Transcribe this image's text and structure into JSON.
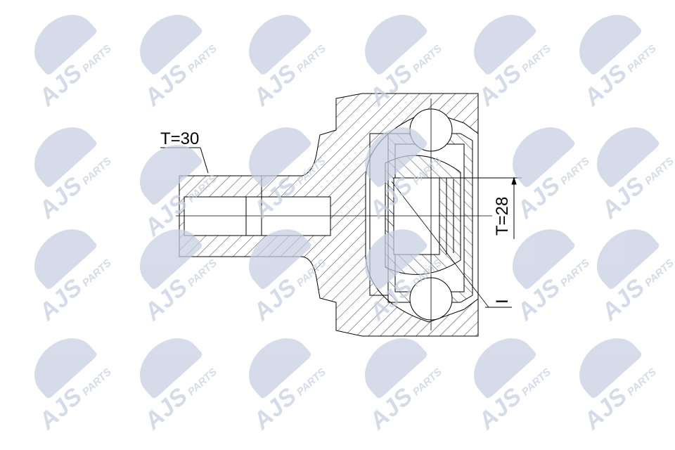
{
  "drawing": {
    "shaft_dimension_label": "T=30",
    "bore_dimension_label": "T=28",
    "length_marker_label": "I"
  },
  "watermark": {
    "brand": "AJS",
    "suffix": "PARTS",
    "color": "#c6cee0"
  },
  "colors": {
    "line": "#000000",
    "background": "#ffffff"
  }
}
